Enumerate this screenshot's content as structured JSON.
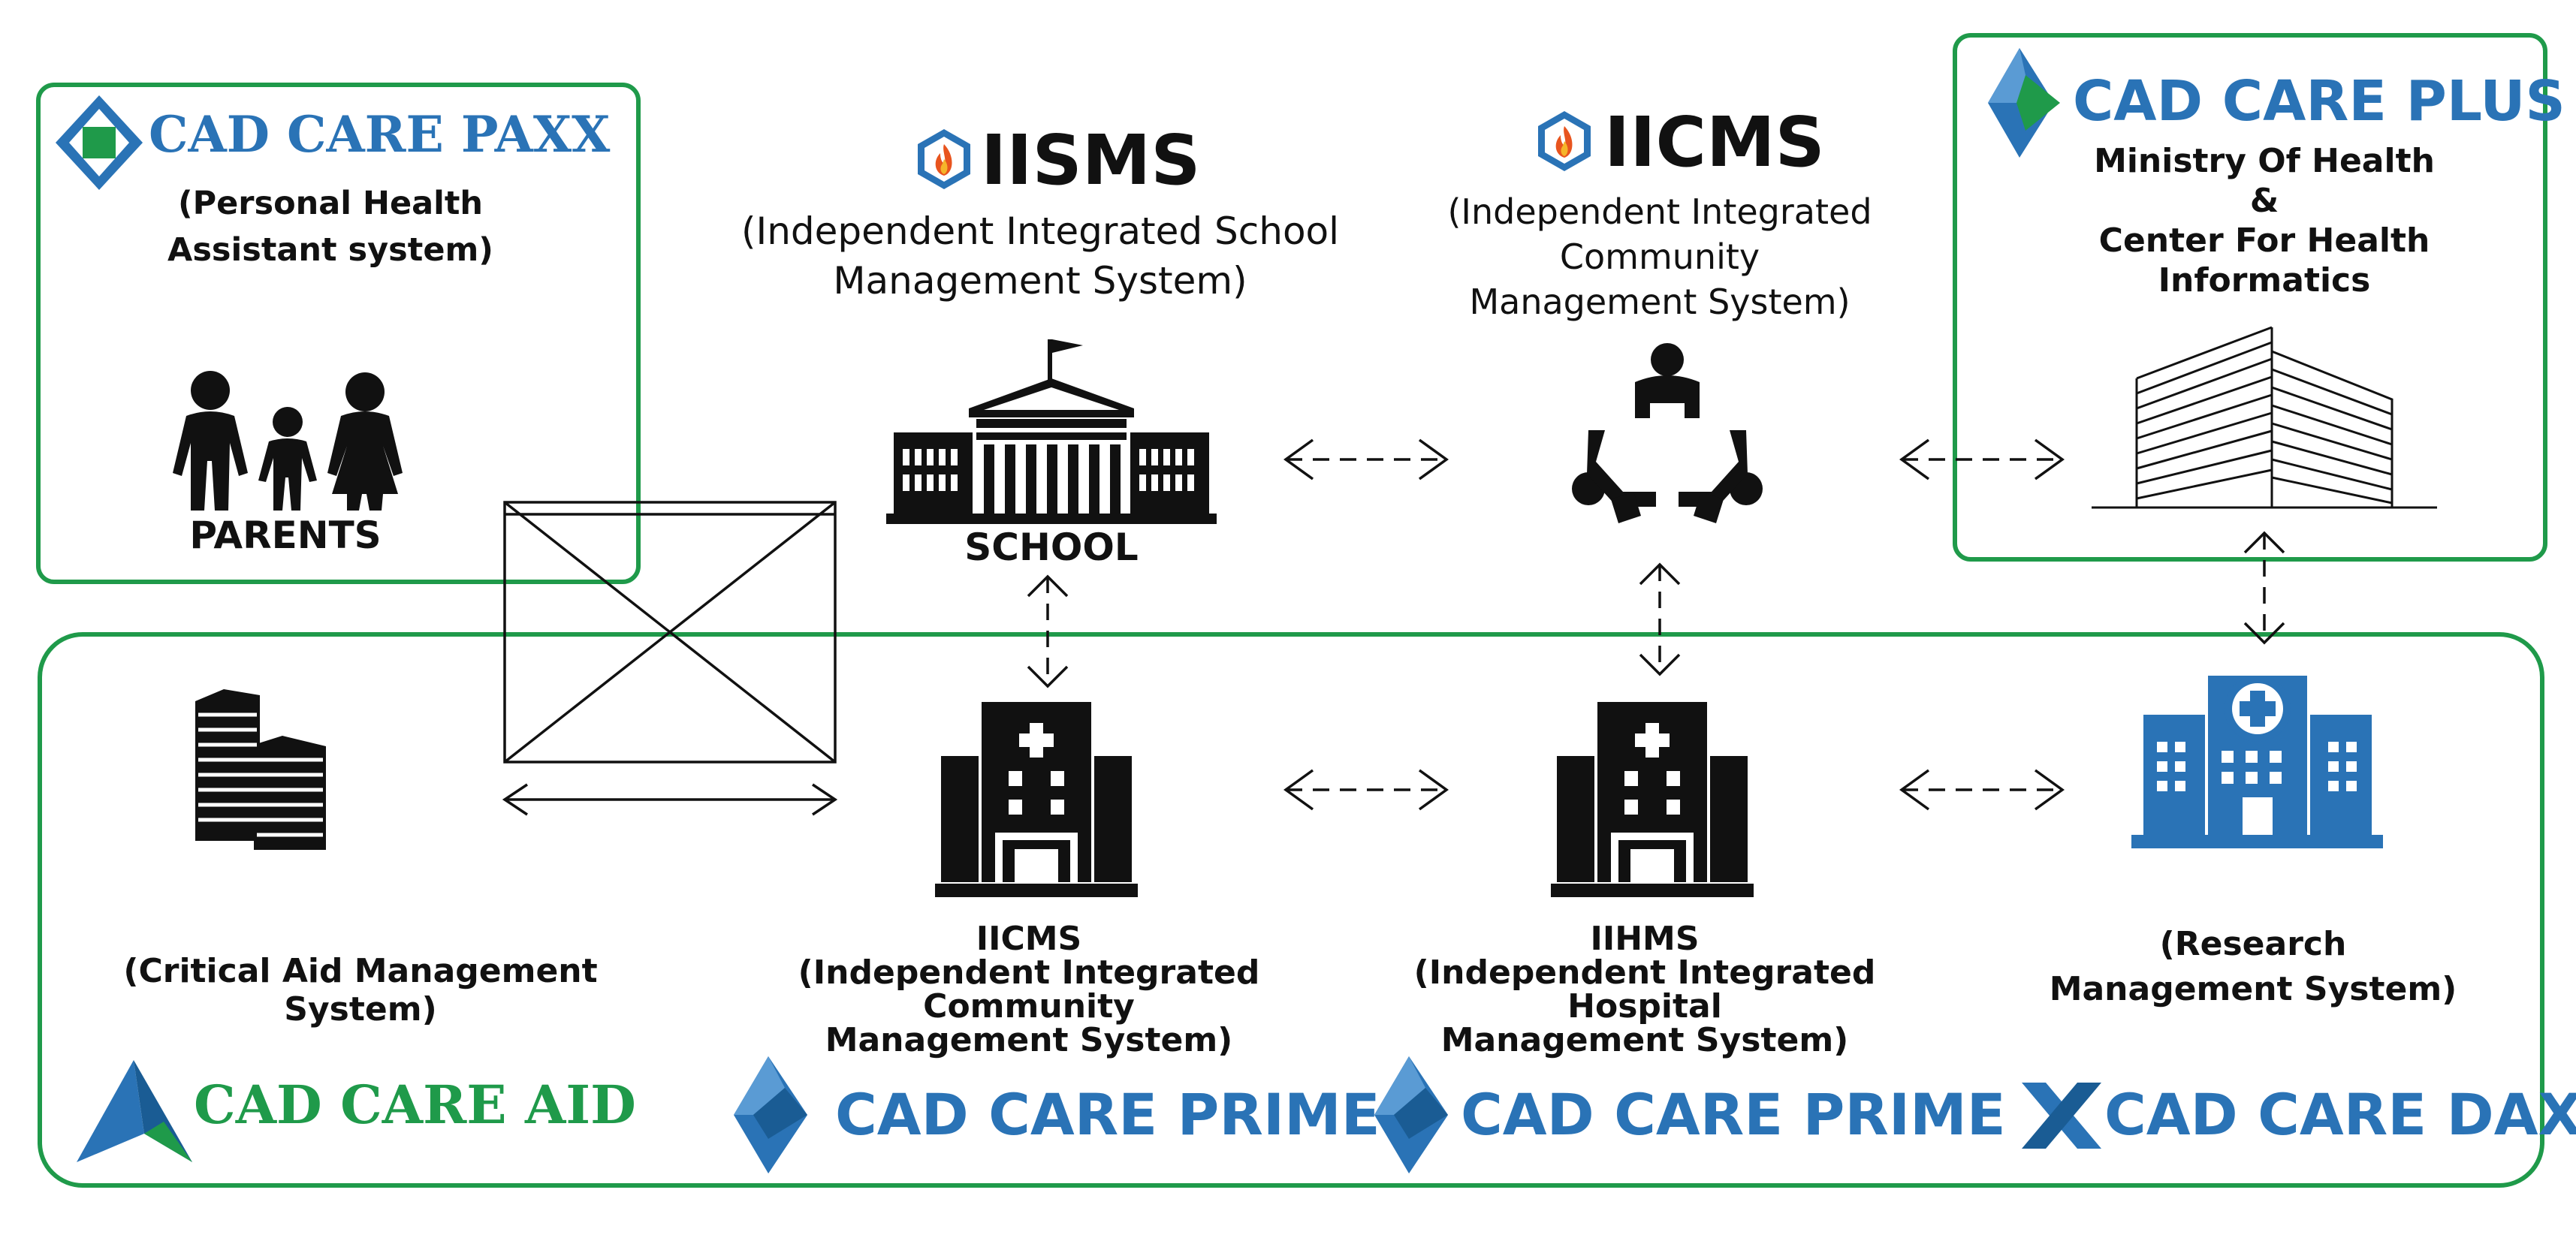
{
  "brands": {
    "paxx": "CAD CARE PAXX",
    "plus": "CAD CARE PLUS",
    "aid": "CAD CARE AID",
    "prime_1": "CAD CARE PRIME",
    "prime_2": "CAD CARE PRIME",
    "dax": "CAD CARE DAX"
  },
  "paxx_panel": {
    "subtitle": "(Personal Health\nAssistant system)",
    "icon_label": "PARENTS"
  },
  "iisms": {
    "title": "IISMS",
    "subtitle": "(Independent Integrated School\nManagement System)",
    "icon_label": "SCHOOL"
  },
  "iicms_top": {
    "title": "IICMS",
    "subtitle": "(Independent Integrated\nCommunity\nManagement System)"
  },
  "plus_panel": {
    "subtitle": "Ministry Of Health\n&\nCenter For Health Informatics"
  },
  "aid_panel": {
    "caption": "(Critical Aid Management System)"
  },
  "iicms_bottom": {
    "caption": "IICMS\n(Independent Integrated\nCommunity\nManagement System)"
  },
  "iihms": {
    "caption": "IIHMS\n(Independent Integrated\nHospital\nManagement System)"
  },
  "research": {
    "caption": "(Research\nManagement System)"
  },
  "colors": {
    "border_green": "#1f9a4a",
    "brand_blue": "#2a73b6",
    "brand_green": "#1f9a4a",
    "icon_black": "#111111"
  }
}
